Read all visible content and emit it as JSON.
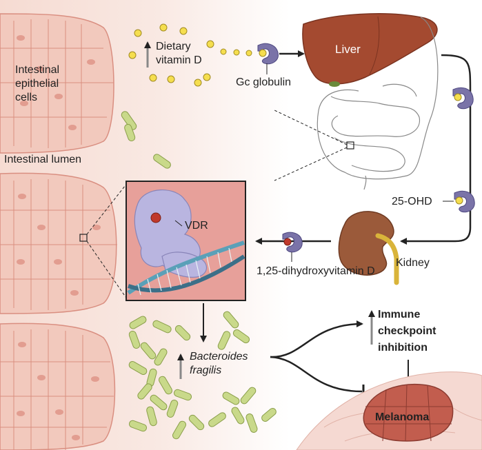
{
  "labels": {
    "intestinal_epithelial_cells": [
      "Intestinal",
      "epithelial",
      "cells"
    ],
    "intestinal_lumen": "Intestinal lumen",
    "dietary_vitamin_d": [
      "Dietary",
      "vitamin D"
    ],
    "gc_globulin": "Gc globulin",
    "liver": "Liver",
    "hydroxy_25": "25-OHD",
    "kidney": "Kidney",
    "dihydroxy_125": "1,25-dihydroxyvitamin D",
    "vdr": "VDR",
    "bacteroides_fragilis": [
      "Bacteroides",
      "fragilis"
    ],
    "immune_checkpoint_inhibition": [
      "Immune",
      "checkpoint",
      "inhibition"
    ],
    "melanoma": "Melanoma"
  },
  "colors": {
    "tissue": "#f2c9bd",
    "tissue_dark": "#e29d90",
    "lumen_bg": "#f9e7e1",
    "vitamin_d": "#f5de4f",
    "gc_globulin": "#7a73a8",
    "liver": "#a44a30",
    "kidney": "#9b5a3a",
    "vdr": "#b9b5e0",
    "bacteria": "#c9d98a",
    "melanoma": "#c25d4e",
    "arrow": "#222222"
  },
  "icons": [
    "up-arrow-icon",
    "up-arrow-icon",
    "up-arrow-icon",
    "inhibit-bar-icon"
  ]
}
